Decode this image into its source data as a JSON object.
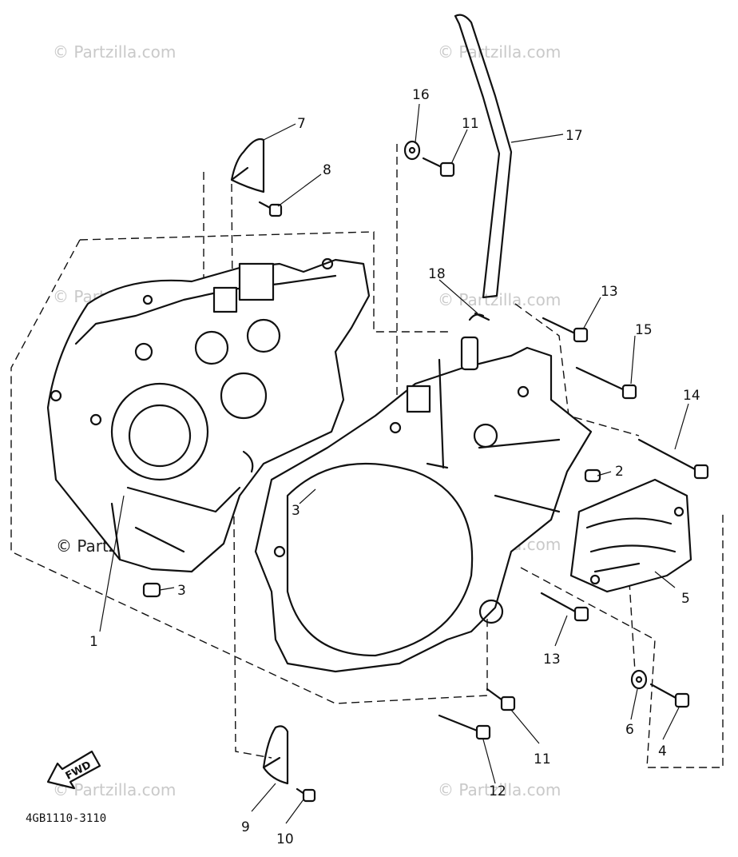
{
  "diagram": {
    "watermark_text": "© Partzilla.com",
    "drawing_code": "4GB1110-3110",
    "direction_label": "FWD",
    "callouts": [
      "1",
      "2",
      "3",
      "3",
      "3",
      "4",
      "5",
      "6",
      "7",
      "8",
      "9",
      "10",
      "11",
      "11",
      "11",
      "12",
      "13",
      "13",
      "14",
      "15",
      "16",
      "17",
      "18"
    ]
  }
}
